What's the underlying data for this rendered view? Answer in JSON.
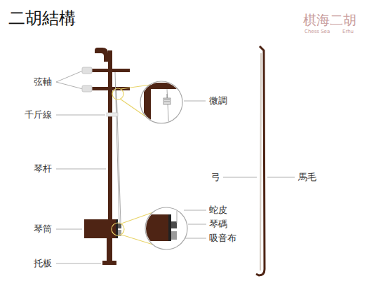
{
  "diagram": {
    "title": "二胡結構",
    "labels": [
      "棋海二胡",
      "Chess Sea",
      "Erhu",
      "弦軸",
      "千斤線",
      "琴杆",
      "琴筒",
      "托板",
      "微調",
      "弓",
      "馬毛",
      "蛇皮",
      "琴碼",
      "吸音布"
    ]
  }
}
